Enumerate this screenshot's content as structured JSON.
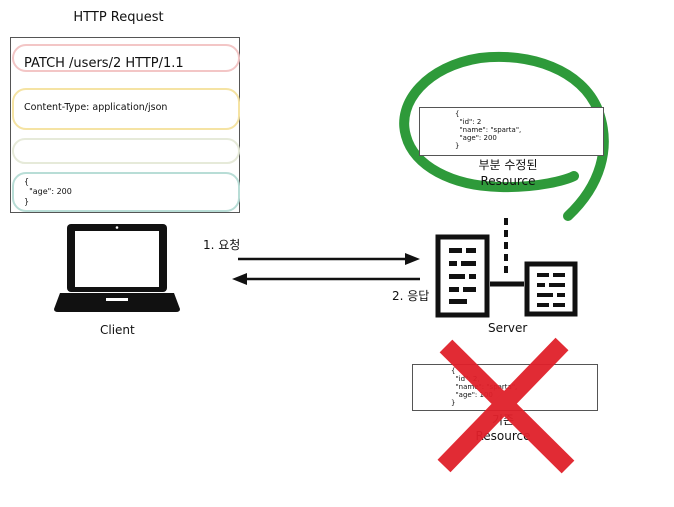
{
  "http_request": {
    "title": "HTTP Request",
    "start_line": "PATCH /users/2 HTTP/1.1",
    "header": "Content-Type: application/json",
    "body_lines": [
      "{",
      "  \"age\": 200",
      "}"
    ]
  },
  "client": {
    "label": "Client"
  },
  "server": {
    "label": "Server"
  },
  "arrows": {
    "request_label": "1. 요청",
    "response_label": "2. 응답"
  },
  "new_resource": {
    "json_lines": [
      "{",
      "  \"id\": 2",
      "  \"name\": \"sparta\",",
      "  \"age\": 200",
      "}"
    ],
    "label_line1": "부분 수정된",
    "label_line2": "Resource",
    "highlight_color": "#2e9a3a"
  },
  "old_resource": {
    "json_lines": [
      "{",
      "  \"id\": 2,",
      "  \"name\": \"sparta\",",
      "  \"age\": 100",
      "}"
    ],
    "label_line1": "기존",
    "label_line2": "Resource",
    "cross_color": "#e0202a"
  },
  "colors": {
    "start_line_border": "#f3c6c6",
    "header_border": "#f5e3a3",
    "empty_line_border": "#e6ead9",
    "body_border": "#b8ddd6"
  }
}
